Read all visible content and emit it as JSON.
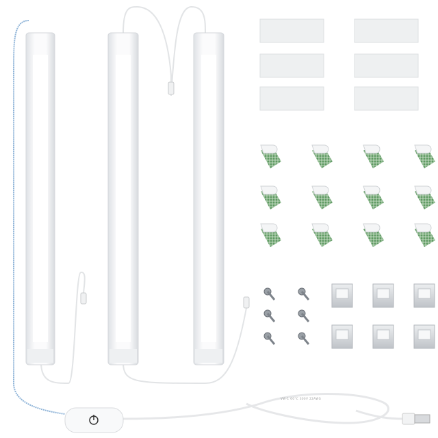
{
  "product": {
    "cable_print": "VW-1 60°C 300V 22AWG",
    "items": {
      "light_bars": 3,
      "adhesive_tapes": 6,
      "adhesive_clips": 12,
      "screws": 6,
      "mounting_brackets": 6
    },
    "switch_icon": "power-icon",
    "colors": {
      "bar_body": "#f4f5f7",
      "led": "#ffffff",
      "adhesive_green": "#5a8f5e",
      "cable_blue": "#8fb4d8",
      "bracket": "#d6d8db"
    }
  }
}
